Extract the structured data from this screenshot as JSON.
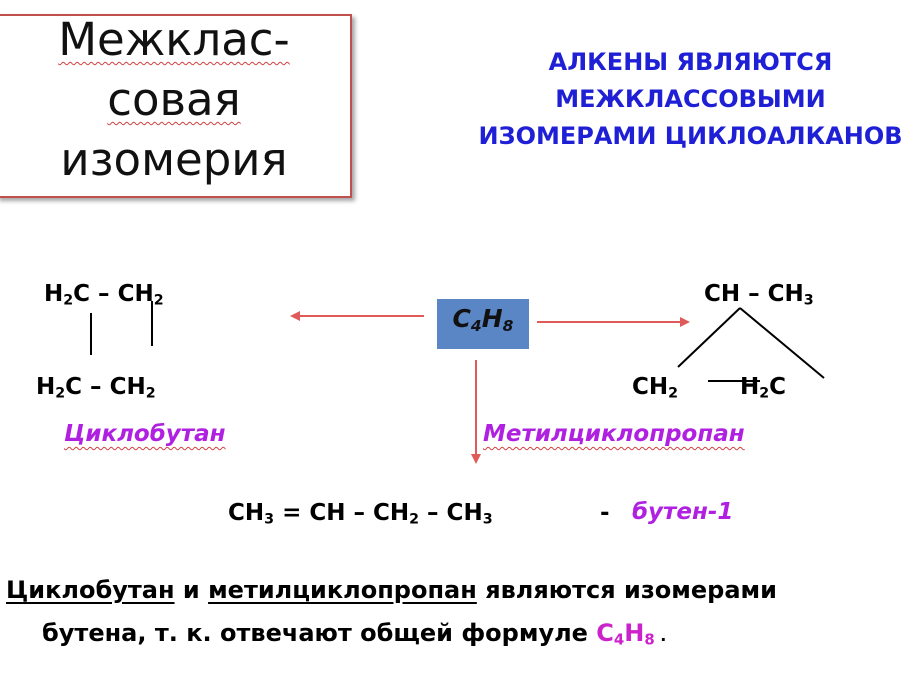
{
  "title": {
    "line1": "Межклас-",
    "line2": "совая",
    "line3": "изомерия"
  },
  "heading": {
    "line1": "АЛКЕНЫ ЯВЛЯЮТСЯ",
    "line2": "МЕЖКЛАССОВЫМИ",
    "line3": "ИЗОМЕРАМИ ЦИКЛОАЛКАНОВ"
  },
  "center_formula": {
    "c": "C",
    "c_n": "4",
    "h": "H",
    "h_n": "8"
  },
  "cyclobutane": {
    "top": {
      "a": "H",
      "a_n": "2",
      "b": "C – CH",
      "b_n": "2"
    },
    "bottom": {
      "a": "H",
      "a_n": "2",
      "b": "C – CH",
      "b_n": "2"
    },
    "name": "Циклобутан"
  },
  "methylcyclopropane": {
    "top": {
      "a": "CH – CH",
      "a_n": "3"
    },
    "left": {
      "a": "CH",
      "a_n": "2"
    },
    "right": {
      "a": "H",
      "a_n": "2",
      "b": "C"
    },
    "name": "Метилциклопропан"
  },
  "butene": {
    "p1": "CH",
    "p1_n": "3",
    "p2": " = CH – CH",
    "p2_n": "2",
    "p3": " – CH",
    "p3_n": "3",
    "dash": "-",
    "name": "бутен-1"
  },
  "conclusion": {
    "word1": "Циклобутан",
    "and": " и ",
    "word2": "метилциклопропан",
    "rest1": " являются изомерами",
    "rest2": "бутена, т. к. отвечают общей формуле ",
    "f_c": "C",
    "f_c_n": "4",
    "f_h": "H",
    "f_h_n": "8",
    "end": " ."
  },
  "colors": {
    "title_border": "#c0504d",
    "heading": "#1f1fd6",
    "names": "#b020e0",
    "arrow": "#e05a5a",
    "center_box": "#5b86c5"
  }
}
